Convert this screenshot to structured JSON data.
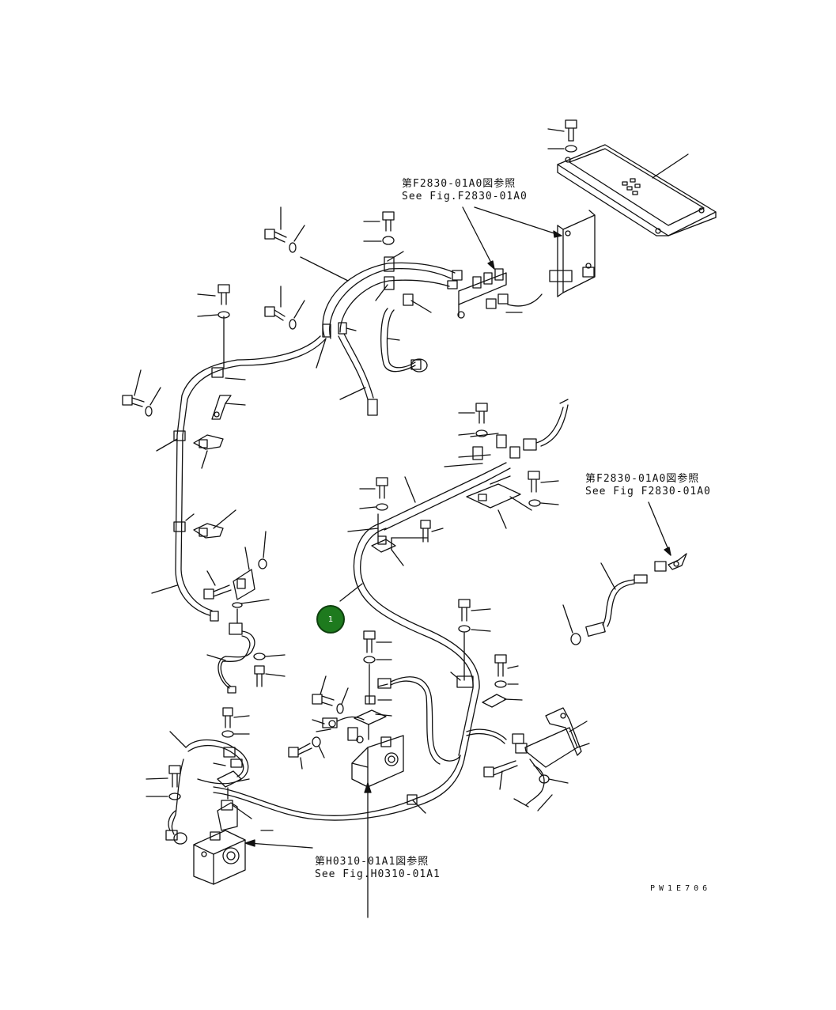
{
  "references": {
    "top": {
      "jp": "第F2830-01A0図参照",
      "en": "See Fig.F2830-01A0"
    },
    "right": {
      "jp": "第F2830-01A0図参照",
      "en": "See Fig F2830-01A0"
    },
    "bottom": {
      "jp": "第H0310-01A1図参照",
      "en": "See Fig.H0310-01A1"
    }
  },
  "drawing_code": "PW1E706",
  "callouts": [
    {
      "label": "1"
    }
  ],
  "colors": {
    "callout_fill": "#1e7a1e",
    "line": "#111111"
  }
}
